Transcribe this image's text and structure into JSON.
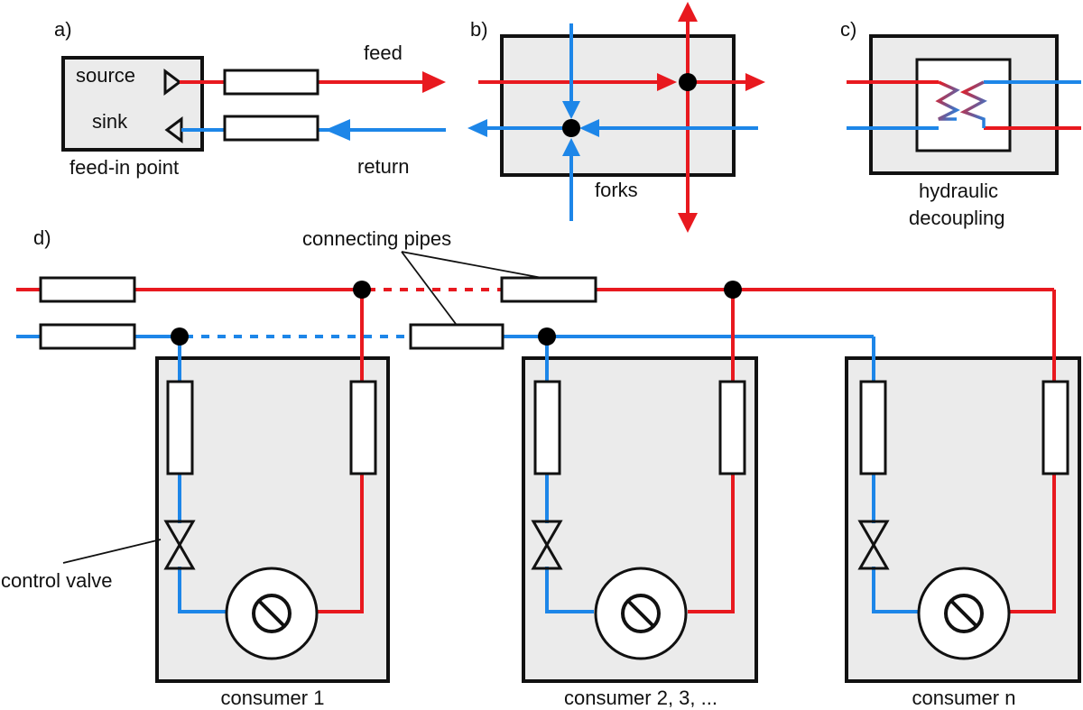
{
  "colors": {
    "feed": "#e8191f",
    "return": "#1d86e8",
    "box_fill": "#ebebeb",
    "outline": "#111111",
    "hx_gradient": [
      "#e8191f",
      "#1d86e8"
    ]
  },
  "panel_a": {
    "tag": "a)",
    "source_label": "source",
    "sink_label": "sink",
    "caption": "feed-in point",
    "feed_label": "feed",
    "return_label": "return"
  },
  "panel_b": {
    "tag": "b)",
    "caption": "forks"
  },
  "panel_c": {
    "tag": "c)",
    "caption_line1": "hydraulic",
    "caption_line2": "decoupling"
  },
  "panel_d": {
    "tag": "d)",
    "connecting_pipes_label": "connecting pipes",
    "control_valve_label": "control valve",
    "consumers": [
      "consumer 1",
      "consumer 2, 3, ...",
      "consumer n"
    ]
  }
}
